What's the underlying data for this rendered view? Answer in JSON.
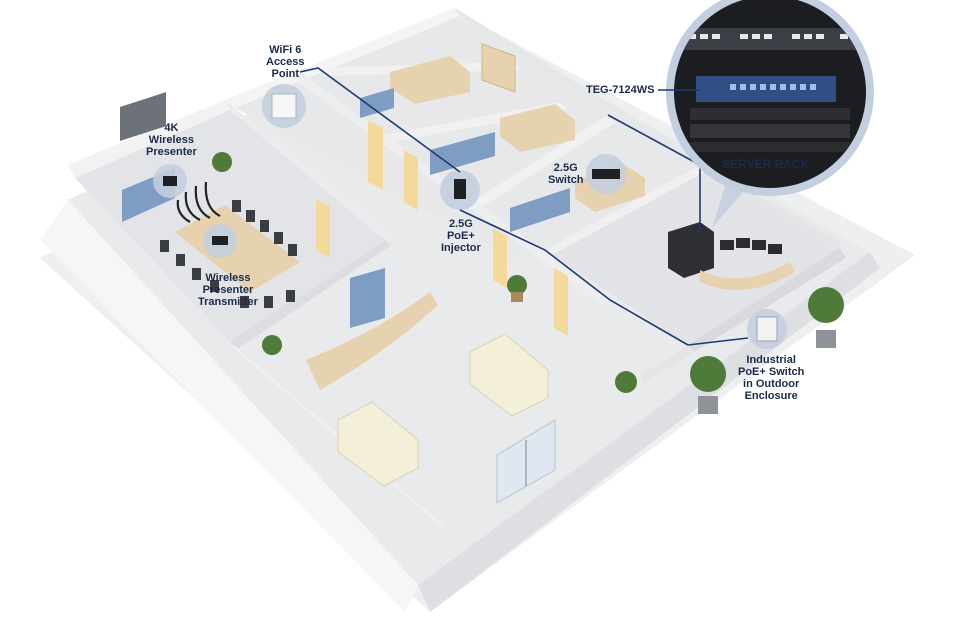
{
  "labels": {
    "presenter_4k": [
      "4K",
      "Wireless",
      "Presenter"
    ],
    "wifi6_ap": [
      "WiFi 6",
      "Access",
      "Point"
    ],
    "poe_injector": [
      "2.5G",
      "PoE+",
      "Injector"
    ],
    "switch_25g": [
      "2.5G",
      "Switch"
    ],
    "presenter_tx": [
      "Wireless",
      "Presenter",
      "Transmitter"
    ],
    "industrial_switch": [
      "Industrial",
      "PoE+ Switch",
      "in Outdoor",
      "Enclosure"
    ],
    "teg_model": "TEG-7124WS",
    "server_rack": "SERVER RACK"
  },
  "colors": {
    "floor": "#ecedef",
    "wall": "#f7f7f8",
    "wall_shade": "#dcdde0",
    "desk": "#e6d2ae",
    "cabinet": "#7f9dc2",
    "door": "#f3d99a",
    "network_line": "#1c3a73",
    "callout_circle": "#c3cede",
    "label_text": "#1b2b4a"
  }
}
